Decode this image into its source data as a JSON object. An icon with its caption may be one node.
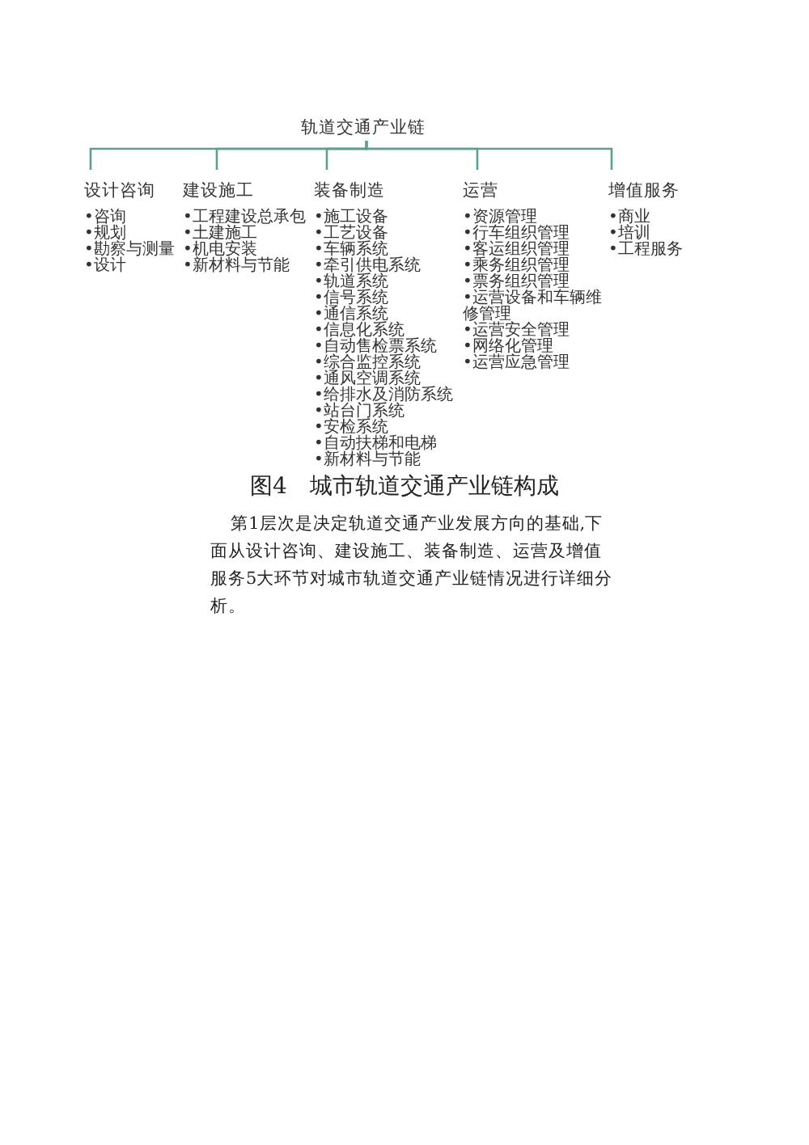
{
  "diagram": {
    "caption": "图4　城市轨道交通产业链构成",
    "nodes": [
      {
        "text": [
          "轨道交通产业链"
        ]
      },
      {
        "text": [
          "设计咨询",
          "•咨询",
          "•规划",
          "•勘察与测量",
          "•设计"
        ]
      },
      {
        "text": [
          "建设施工",
          "•工程建设总承包",
          "•土建施工",
          "•机电安装",
          "•新材料与节能"
        ]
      },
      {
        "text": [
          "装备制造",
          "•施工设备",
          "•工艺设备",
          "•车辆系统",
          "•牵引供电系统",
          "•轨道系统",
          "•信号系统",
          "•通信系统",
          "•信息化系统",
          "•自动售检票系统",
          "•综合监控系统",
          "•通风空调系统",
          "•给排水及消防系统",
          "•站台门系统",
          "•安检系统",
          "•自动扶梯和电梯",
          "•新材料与节能"
        ]
      },
      {
        "text": [
          "运营",
          "•资源管理",
          "•行车组织管理",
          "•客运组织管理",
          "•乘务组织管理",
          "•票务组织管理",
          "•运营设备和车辆维修管理",
          "•运营安全管理",
          "•网络化管理",
          "•运营应急管理"
        ]
      },
      {
        "text": [
          "增值服务",
          "•商业",
          "•培训",
          "•工程服务"
        ]
      }
    ],
    "edges": [
      {
        "from": 0,
        "to": 1,
        "arrow": "none"
      },
      {
        "from": 0,
        "to": 2,
        "arrow": "none"
      },
      {
        "from": 0,
        "to": 3,
        "arrow": "none"
      },
      {
        "from": 0,
        "to": 4,
        "arrow": "none"
      },
      {
        "from": 0,
        "to": 5,
        "arrow": "none"
      }
    ],
    "labels": [
      "第1层次是决定轨道交通产业发展方向的基础,下面从设计咨询、建设施工、装备制造、运营及增值服务5大环节对城市轨道交通产业链情况进行详细分析。"
    ]
  }
}
